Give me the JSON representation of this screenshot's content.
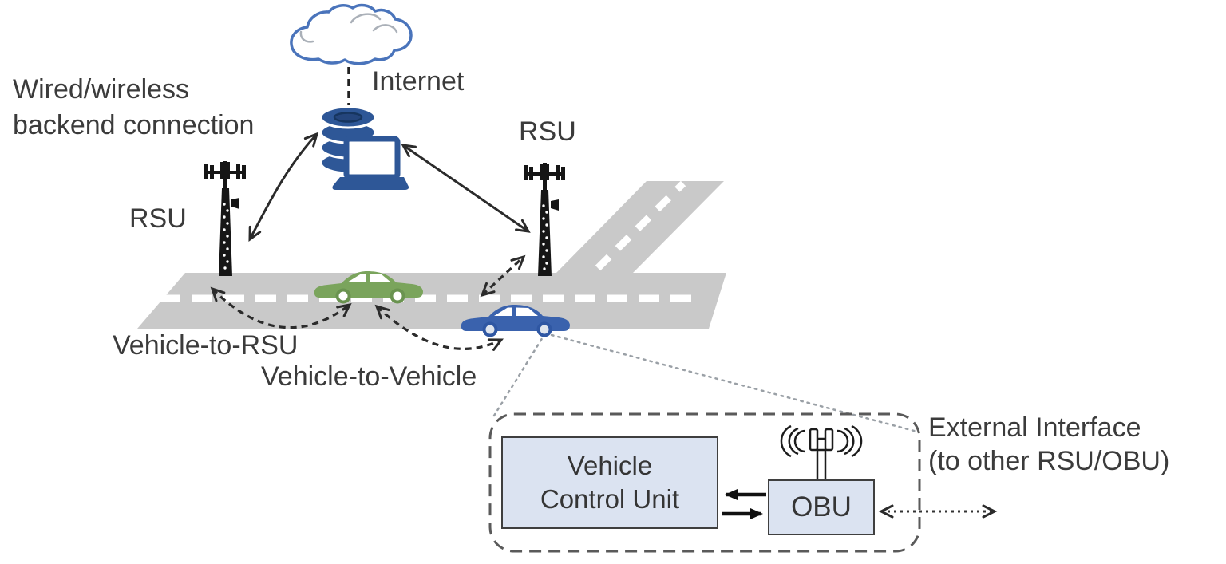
{
  "title": "V2X network architecture diagram",
  "labels": {
    "internet": "Internet",
    "backend_lines": [
      "Wired/wireless",
      "backend connection"
    ],
    "rsu_left": "RSU",
    "rsu_right": "RSU",
    "vehicle_to_rsu": "Vehicle-to-RSU",
    "vehicle_to_vehicle": "Vehicle-to-Vehicle",
    "external_lines": [
      "External Interface",
      "(to other RSU/OBU)"
    ]
  },
  "detail": {
    "vcu_lines": [
      "Vehicle",
      "Control Unit"
    ],
    "obu_label": "OBU"
  },
  "icons": {
    "cloud": "internet-cloud-icon",
    "database": "backend-database-icon",
    "laptop": "backend-laptop-icon",
    "tower_left": "rsu-tower-left-icon",
    "tower_right": "rsu-tower-right-icon",
    "car_green": "green-car-icon",
    "car_blue": "blue-car-icon",
    "antenna": "obu-antenna-icon"
  },
  "colors": {
    "diagram_blue": "#2e5797",
    "cloud_outline_blue": "#4a74bb",
    "car_green": "#7aa45c",
    "car_blue": "#3a62ad",
    "road_gray": "#c9c9c9",
    "lane_marking_white": "#ffffff",
    "unit_box_fill": "#dbe3f1",
    "text_gray": "#3b3b3b",
    "arrow_black": "#2b2b2b",
    "callout_dot_gray": "#9aa0a6"
  }
}
